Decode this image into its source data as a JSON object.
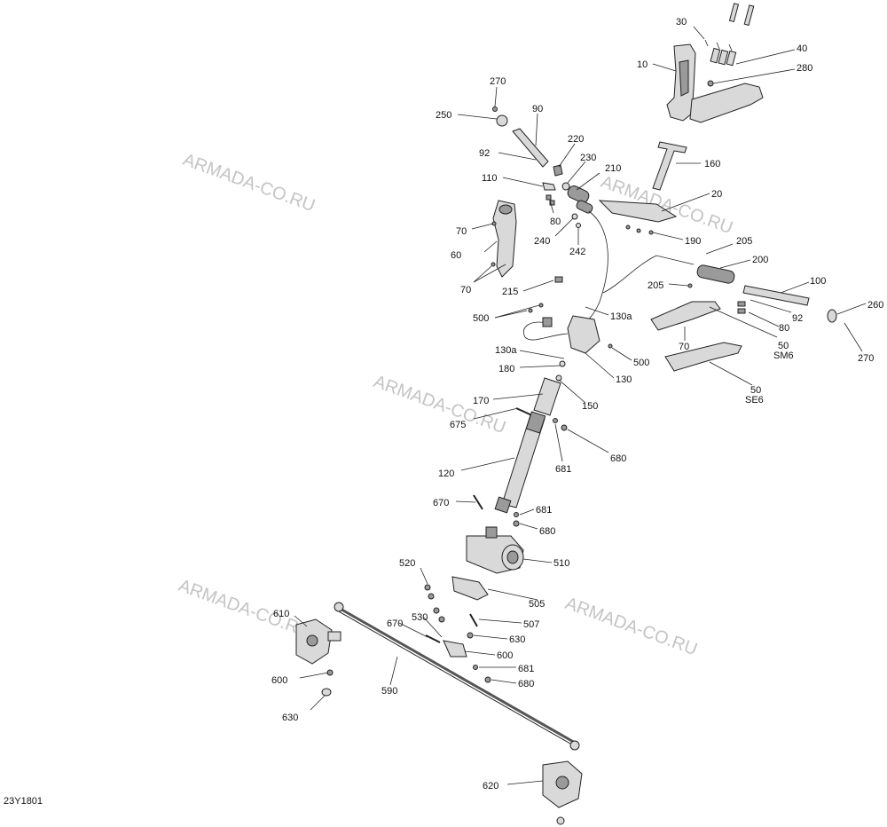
{
  "diagram_code": "23Y1801",
  "watermark": "ARMADA-CO.RU",
  "labels": [
    {
      "id": "l30",
      "text": "30"
    },
    {
      "id": "l40",
      "text": "40"
    },
    {
      "id": "l10",
      "text": "10"
    },
    {
      "id": "l280",
      "text": "280"
    },
    {
      "id": "l270a",
      "text": "270"
    },
    {
      "id": "l250",
      "text": "250"
    },
    {
      "id": "l90",
      "text": "90"
    },
    {
      "id": "l220",
      "text": "220"
    },
    {
      "id": "l92a",
      "text": "92"
    },
    {
      "id": "l230",
      "text": "230"
    },
    {
      "id": "l210",
      "text": "210"
    },
    {
      "id": "l160",
      "text": "160"
    },
    {
      "id": "l110",
      "text": "110"
    },
    {
      "id": "l20",
      "text": "20"
    },
    {
      "id": "l80a",
      "text": "80"
    },
    {
      "id": "l70a",
      "text": "70"
    },
    {
      "id": "l240",
      "text": "240"
    },
    {
      "id": "l190",
      "text": "190"
    },
    {
      "id": "l205a",
      "text": "205"
    },
    {
      "id": "l242",
      "text": "242"
    },
    {
      "id": "l60",
      "text": "60"
    },
    {
      "id": "l200",
      "text": "200"
    },
    {
      "id": "l70b",
      "text": "70"
    },
    {
      "id": "l215",
      "text": "215"
    },
    {
      "id": "l205b",
      "text": "205"
    },
    {
      "id": "l100",
      "text": "100"
    },
    {
      "id": "l260",
      "text": "260"
    },
    {
      "id": "l92b",
      "text": "92"
    },
    {
      "id": "l500a",
      "text": "500"
    },
    {
      "id": "l130a1",
      "text": "130a"
    },
    {
      "id": "l80b",
      "text": "80"
    },
    {
      "id": "l50sm",
      "text": "50"
    },
    {
      "id": "lsm6",
      "text": "SM6"
    },
    {
      "id": "l70c",
      "text": "70"
    },
    {
      "id": "l270b",
      "text": "270"
    },
    {
      "id": "l130a2",
      "text": "130a"
    },
    {
      "id": "l500b",
      "text": "500"
    },
    {
      "id": "l180",
      "text": "180"
    },
    {
      "id": "l130",
      "text": "130"
    },
    {
      "id": "l50se",
      "text": "50"
    },
    {
      "id": "lse6",
      "text": "SE6"
    },
    {
      "id": "l170",
      "text": "170"
    },
    {
      "id": "l150",
      "text": "150"
    },
    {
      "id": "l675",
      "text": "675"
    },
    {
      "id": "l681a",
      "text": "681"
    },
    {
      "id": "l680a",
      "text": "680"
    },
    {
      "id": "l120",
      "text": "120"
    },
    {
      "id": "l670a",
      "text": "670"
    },
    {
      "id": "l681b",
      "text": "681"
    },
    {
      "id": "l680b",
      "text": "680"
    },
    {
      "id": "l510",
      "text": "510"
    },
    {
      "id": "l520",
      "text": "520"
    },
    {
      "id": "l505",
      "text": "505"
    },
    {
      "id": "l610",
      "text": "610"
    },
    {
      "id": "l530",
      "text": "530"
    },
    {
      "id": "l507",
      "text": "507"
    },
    {
      "id": "l670b",
      "text": "670"
    },
    {
      "id": "l630a",
      "text": "630"
    },
    {
      "id": "l600a",
      "text": "600"
    },
    {
      "id": "l600b",
      "text": "600"
    },
    {
      "id": "l681c",
      "text": "681"
    },
    {
      "id": "l590",
      "text": "590"
    },
    {
      "id": "l680c",
      "text": "680"
    },
    {
      "id": "l630b",
      "text": "630"
    },
    {
      "id": "l620",
      "text": "620"
    }
  ]
}
